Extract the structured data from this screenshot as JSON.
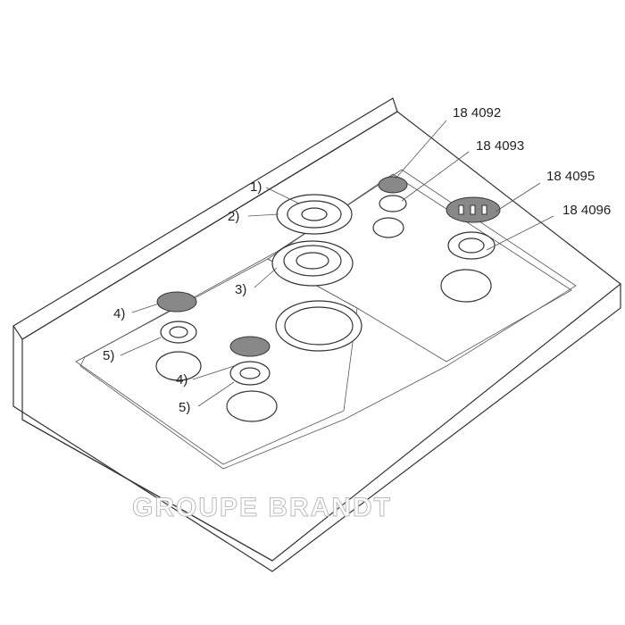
{
  "diagram": {
    "labels": {
      "p1": "1)",
      "p2": "2)",
      "p3": "3)",
      "p4a": "4)",
      "p5a": "5)",
      "p4b": "4)",
      "p5b": "5)",
      "ref1": "18 4092",
      "ref2": "18 4093",
      "ref3": "18 4095",
      "ref4": "18 4096"
    },
    "watermark": "GROUPE BRANDT",
    "colors": {
      "line": "#333333",
      "cap": "#888888"
    }
  }
}
